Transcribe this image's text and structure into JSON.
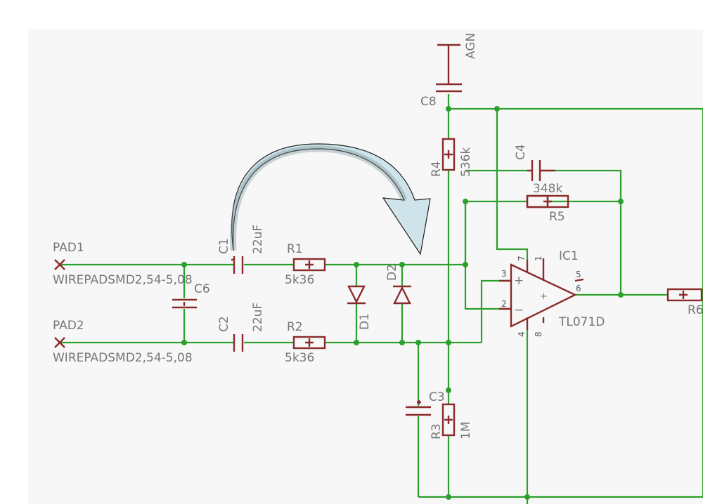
{
  "colors": {
    "wire": "#2ca02c",
    "component": "#8b2a2a",
    "label": "#777777",
    "arrow_fill": "#cfe4ea",
    "arrow_stroke": "#222222",
    "background_panel": "#f7f7f7"
  },
  "labels": {
    "pad1": "PAD1",
    "pad1_pkg": "WIREPADSMD2,54-5,08",
    "pad2": "PAD2",
    "pad2_pkg": "WIREPADSMD2,54-5,08",
    "c1": "C1",
    "c1_val": "22uF",
    "c2": "C2",
    "c2_val": "22uF",
    "c3": "C3",
    "c4": "C4",
    "c6": "C6",
    "c8": "C8",
    "r1": "R1",
    "r1_val": "5k36",
    "r2": "R2",
    "r2_val": "5k36",
    "r3": "R3",
    "r3_val": "1M",
    "r4": "R4",
    "r4_val": "536k",
    "r5": "R5",
    "r5_val": "348k",
    "r6": "R6",
    "d1": "D1",
    "d2": "D2",
    "ic1": "IC1",
    "ic1_part": "TL071D",
    "agnd": "AGN",
    "pin3": "3",
    "pin2": "2",
    "pin7": "7",
    "pin1": "1",
    "pin5": "5",
    "pin6": "6",
    "pin4": "4",
    "pin8": "8",
    "plus": "+",
    "minus": "−"
  }
}
